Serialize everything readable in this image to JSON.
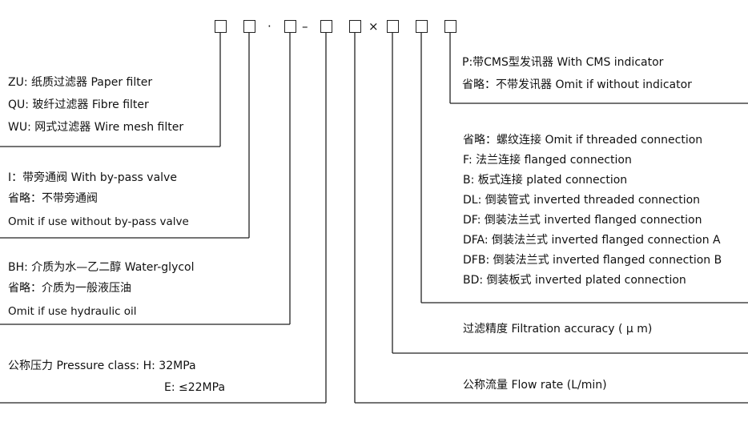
{
  "code": {
    "boxes": [
      "",
      "",
      "",
      "",
      "",
      "",
      "",
      ""
    ],
    "separators": [
      "·",
      "–",
      "×"
    ]
  },
  "sections": {
    "medium": {
      "lines": [
        "ZU: 纸质过滤器  Paper filter",
        "QU: 玻纤过滤器 Fibre filter",
        "WU: 网式过滤器 Wire mesh filter"
      ]
    },
    "bypass": {
      "lines": [
        "I：带旁通阀  With by-pass valve",
        "省略：不带旁通阀",
        "Omit if use without by-pass valve"
      ]
    },
    "fluid": {
      "lines": [
        "BH: 介质为水—乙二醇  Water-glycol",
        "省略：介质为一般液压油",
        "Omit if use hydraulic oil"
      ]
    },
    "pressure": {
      "lines": [
        "公称压力 Pressure class: H: 32MPa",
        "E: ≤22MPa"
      ]
    },
    "indicator": {
      "lines": [
        "P:带CMS型发讯器  With CMS indicator",
        "省略：不带发讯器  Omit if without indicator"
      ]
    },
    "connection": {
      "lines": [
        "省略：螺纹连接 Omit if threaded connection",
        "F: 法兰连接 flanged connection",
        "B: 板式连接 plated  connection",
        "DL: 倒装管式 inverted threaded connection",
        "DF: 倒装法兰式 inverted flanged connection",
        "DFA: 倒装法兰式 inverted flanged connection A",
        "DFB: 倒装法兰式 inverted flanged connection B",
        "BD: 倒装板式 inverted plated connection"
      ]
    },
    "accuracy": {
      "lines": [
        "过滤精度  Filtration accuracy ( μ m)"
      ]
    },
    "flow": {
      "lines": [
        "公称流量 Flow rate (L/min)"
      ]
    }
  }
}
